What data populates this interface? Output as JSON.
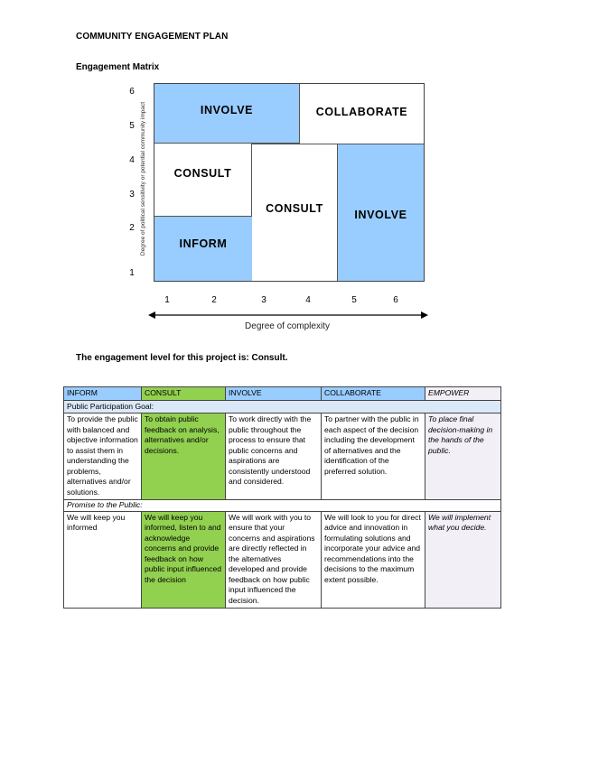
{
  "doc": {
    "title": "COMMUNITY ENGAGEMENT PLAN",
    "subtitle": "Engagement Matrix",
    "statement": "The engagement level for this project is: Consult."
  },
  "matrix": {
    "y_axis_label": "Degree of political sensitivity or potential community impact",
    "x_axis_label": "Degree of complexity",
    "y_ticks": [
      "6",
      "5",
      "4",
      "3",
      "2",
      "1"
    ],
    "x_ticks": [
      "1",
      "2",
      "3",
      "4",
      "5",
      "6"
    ],
    "cells": {
      "involve_top": "INVOLVE",
      "collaborate": "COLLABORATE",
      "consult_left": "CONSULT",
      "consult_mid": "CONSULT",
      "involve_right": "INVOLVE",
      "inform": "INFORM"
    },
    "colors": {
      "blue": "#99ccff",
      "white": "#ffffff"
    }
  },
  "table": {
    "headers": [
      "INFORM",
      "CONSULT",
      "INVOLVE",
      "COLLABORATE",
      "EMPOWER"
    ],
    "section1_label": "Public Participation Goal:",
    "goals": [
      "To provide the public with balanced and objective information to assist them in understanding the problems, alternatives and/or solutions.",
      "To obtain public feedback on analysis, alternatives and/or decisions.",
      "To work directly with the public throughout the process to ensure that public concerns and aspirations are consistently understood and considered.",
      "To partner with the public in each aspect of the decision including the development of alternatives and the identification of the preferred solution.",
      "To place final decision-making in the hands of the public."
    ],
    "section2_label": "Promise to the Public:",
    "promises": [
      "We will keep you informed",
      "We will keep you informed, listen to and acknowledge concerns and provide feedback on how public input influenced the decision",
      "We will work with you to ensure that your concerns and aspirations are directly reflected in the alternatives developed and provide feedback on how public input influenced the decision.",
      "We will look to you for direct advice and innovation in formulating solutions and incorporate your advice and recommendations into the decisions to the maximum extent possible.",
      "We will implement what you decide."
    ],
    "colors": {
      "header": "#99ccff",
      "highlight": "#92d050",
      "section": "#dbe8f7",
      "empower": "#f2eff7"
    }
  }
}
